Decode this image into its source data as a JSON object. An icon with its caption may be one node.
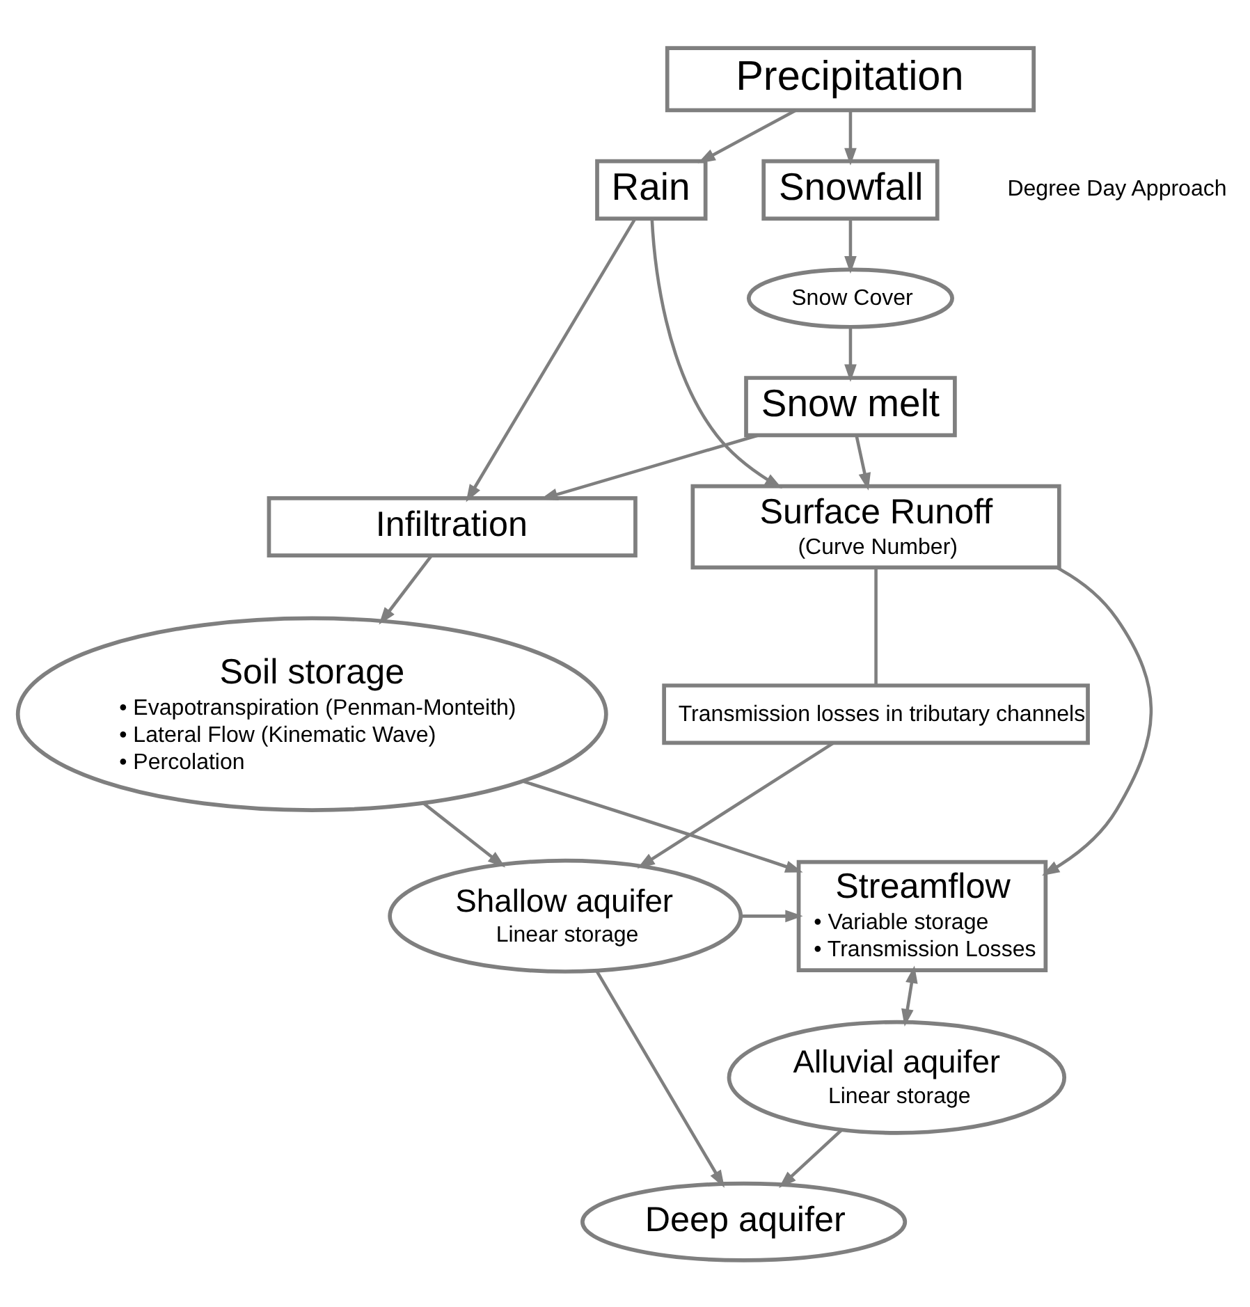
{
  "diagram": {
    "nodes": [
      {
        "text": [
          "Precipitation"
        ]
      },
      {
        "text": [
          "Rain"
        ]
      },
      {
        "text": [
          "Snowfall"
        ]
      },
      {
        "text": [
          "Snow Cover"
        ]
      },
      {
        "text": [
          "Snow melt"
        ]
      },
      {
        "text": [
          "Infiltration"
        ]
      },
      {
        "text": [
          "Surface Runoff",
          "(Curve Number)"
        ]
      },
      {
        "text": [
          "Soil storage",
          "• Evapotranspiration (Penman-Monteith)",
          "• Lateral Flow (Kinematic Wave)",
          "• Percolation"
        ]
      },
      {
        "text": [
          "Transmission losses in tributary channels"
        ]
      },
      {
        "text": [
          "Streamflow",
          "• Variable storage",
          "• Transmission Losses"
        ]
      },
      {
        "text": [
          "Shallow aquifer",
          "Linear storage"
        ]
      },
      {
        "text": [
          "Deep aquifer"
        ]
      },
      {
        "text": [
          "Alluvial aquifer",
          "Linear storage"
        ]
      }
    ],
    "edges": [
      {
        "from": 0,
        "to": 1,
        "arrow": "to"
      },
      {
        "from": 0,
        "to": 2,
        "arrow": "to"
      },
      {
        "from": 2,
        "to": 3,
        "arrow": "to"
      },
      {
        "from": 3,
        "to": 4,
        "arrow": "to"
      },
      {
        "from": 1,
        "to": 5,
        "arrow": "to"
      },
      {
        "from": 1,
        "to": 6,
        "arrow": "to"
      },
      {
        "from": 4,
        "to": 5,
        "arrow": "to"
      },
      {
        "from": 4,
        "to": 6,
        "arrow": "to"
      },
      {
        "from": 5,
        "to": 7,
        "arrow": "to"
      },
      {
        "from": 6,
        "to": 8,
        "arrow": "none"
      },
      {
        "from": 6,
        "to": 9,
        "arrow": "to"
      },
      {
        "from": 7,
        "to": 9,
        "arrow": "to"
      },
      {
        "from": 7,
        "to": 10,
        "arrow": "to"
      },
      {
        "from": 8,
        "to": 10,
        "arrow": "to"
      },
      {
        "from": 10,
        "to": 9,
        "arrow": "to"
      },
      {
        "from": 9,
        "to": 12,
        "arrow": "both"
      },
      {
        "from": 10,
        "to": 11,
        "arrow": "to"
      },
      {
        "from": 12,
        "to": 11,
        "arrow": "to"
      }
    ],
    "labels": [
      "Degree Day Approach"
    ]
  }
}
